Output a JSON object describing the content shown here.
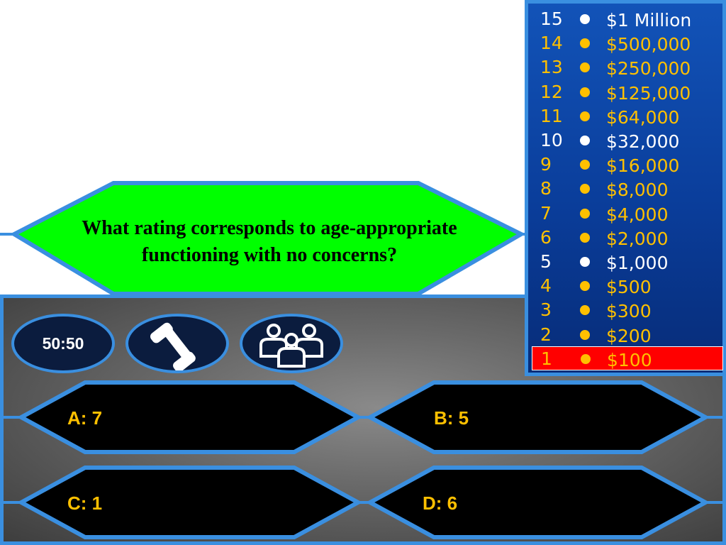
{
  "question": {
    "text": "What rating corresponds to age-appropriate functioning with no concerns?"
  },
  "answers": [
    {
      "letter": "A:",
      "value": "7",
      "label": "A:  7"
    },
    {
      "letter": "B:",
      "value": "5",
      "label": "B:  5"
    },
    {
      "letter": "C:",
      "value": "1",
      "label": "C:  1"
    },
    {
      "letter": "D:",
      "value": "6",
      "label": "D:  6"
    }
  ],
  "lifelines": {
    "fifty_fifty": "50:50",
    "phone_icon": "phone-icon",
    "audience_icon": "audience-icon"
  },
  "ladder": [
    {
      "level": "15",
      "amount": "$1 Million",
      "style": "white"
    },
    {
      "level": "14",
      "amount": "$500,000",
      "style": "gold"
    },
    {
      "level": "13",
      "amount": "$250,000",
      "style": "gold"
    },
    {
      "level": "12",
      "amount": "$125,000",
      "style": "gold"
    },
    {
      "level": "11",
      "amount": "$64,000",
      "style": "gold"
    },
    {
      "level": "10",
      "amount": "$32,000",
      "style": "white"
    },
    {
      "level": "9",
      "amount": "$16,000",
      "style": "gold"
    },
    {
      "level": "8",
      "amount": "$8,000",
      "style": "gold"
    },
    {
      "level": "7",
      "amount": "$4,000",
      "style": "gold"
    },
    {
      "level": "6",
      "amount": "$2,000",
      "style": "gold"
    },
    {
      "level": "5",
      "amount": "$1,000",
      "style": "white"
    },
    {
      "level": "4",
      "amount": "$500",
      "style": "gold"
    },
    {
      "level": "3",
      "amount": "$300",
      "style": "gold"
    },
    {
      "level": "2",
      "amount": "$200",
      "style": "gold"
    },
    {
      "level": "1",
      "amount": "$100",
      "style": "gold"
    }
  ],
  "current_level": "1",
  "colors": {
    "border_blue": "#3a8fe0",
    "question_fill": "#00ff00",
    "gold": "#ffc000",
    "current_highlight": "#ff0000"
  }
}
